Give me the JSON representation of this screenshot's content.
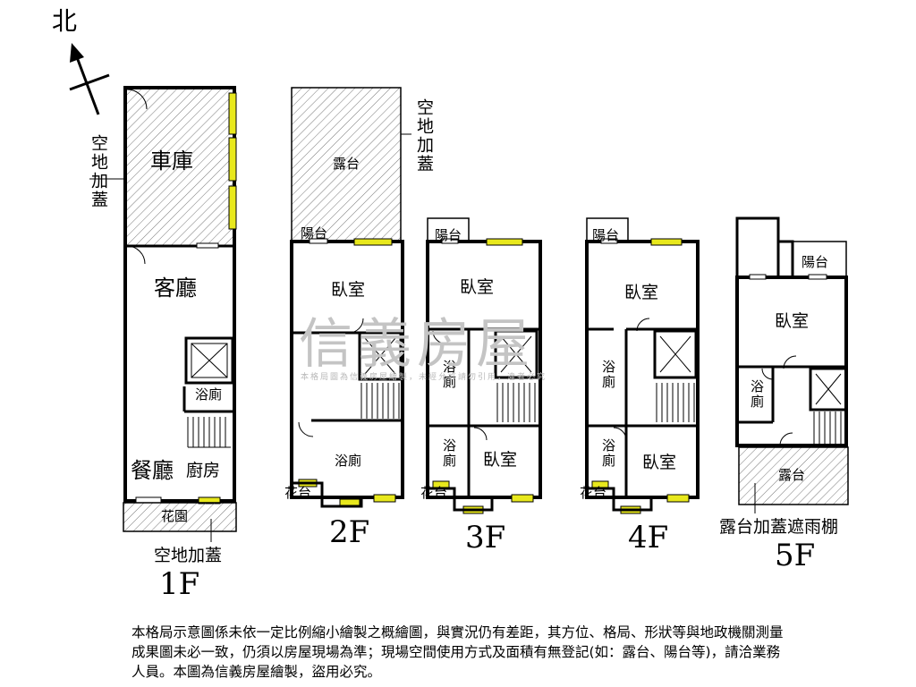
{
  "compass": "北",
  "floors": {
    "f1": {
      "label": "1F",
      "garage": "車庫",
      "living": "客廳",
      "bath": "浴廁",
      "dining": "餐廳",
      "kitchen": "廚房",
      "garden": "花園",
      "note_side": "空地加蓋",
      "note_bottom": "空地加蓋"
    },
    "f2": {
      "label": "2F",
      "terrace": "露台",
      "balcony": "陽台",
      "bedroom": "臥室",
      "bath": "浴廁",
      "flower": "花台",
      "note_side": "空地加蓋"
    },
    "f3": {
      "label": "3F",
      "balcony": "陽台",
      "bedroom1": "臥室",
      "bath1": "浴廁",
      "bath2": "浴廁",
      "bedroom2": "臥室",
      "flower": "花台"
    },
    "f4": {
      "label": "4F",
      "balcony": "陽台",
      "bedroom1": "臥室",
      "bath1": "浴廁",
      "bath2": "浴廁",
      "bedroom2": "臥室",
      "flower": "花台"
    },
    "f5": {
      "label": "5F",
      "balcony": "陽台",
      "bedroom": "臥室",
      "bath": "浴廁",
      "terrace": "露台",
      "note": "露台加蓋遮雨棚"
    }
  },
  "watermark": {
    "brand": "信義房屋",
    "line": "本格局圖為信義房屋繪製，未經允許請勿引用，違者必究"
  },
  "disclaimer": "本格局示意圖係未依一定比例縮小繪製之概繪圖，與實況仍有差距，其方位、格局、形狀等與地政機關測量成果圖未必一致，仍須以房屋現場為準；現場空間使用方式及面積有無登記(如：露台、陽台等)，請洽業務人員。本圖為信義房屋繪製，盜用必究。"
}
